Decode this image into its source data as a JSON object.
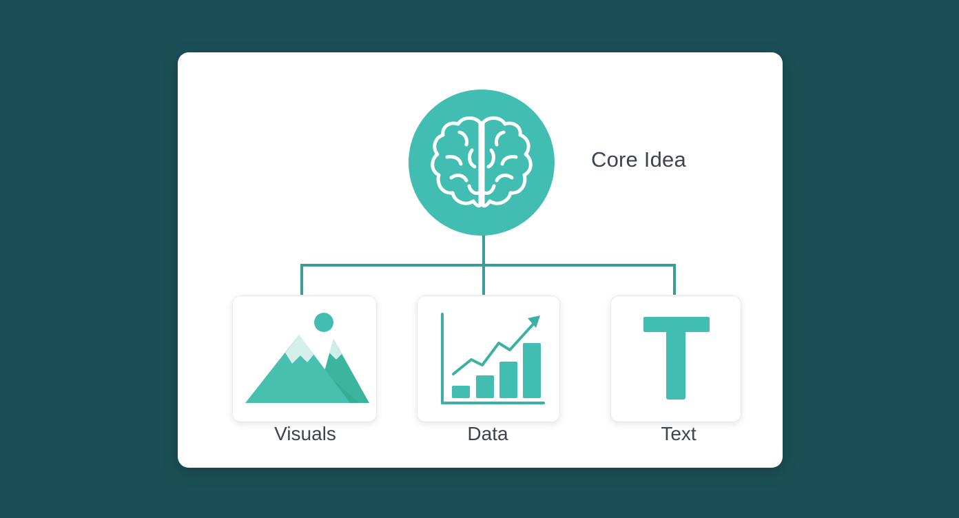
{
  "core": {
    "label": "Core Idea",
    "icon": "brain-icon"
  },
  "nodes": [
    {
      "label": "Visuals",
      "icon": "mountain-image-icon"
    },
    {
      "label": "Data",
      "icon": "bar-chart-trend-icon"
    },
    {
      "label": "Text",
      "icon": "letter-t-icon"
    }
  ],
  "colors": {
    "background": "#1b4f57",
    "card": "#ffffff",
    "accent": "#42bdb1",
    "connector": "#3a9e97",
    "text": "#3d4450"
  }
}
